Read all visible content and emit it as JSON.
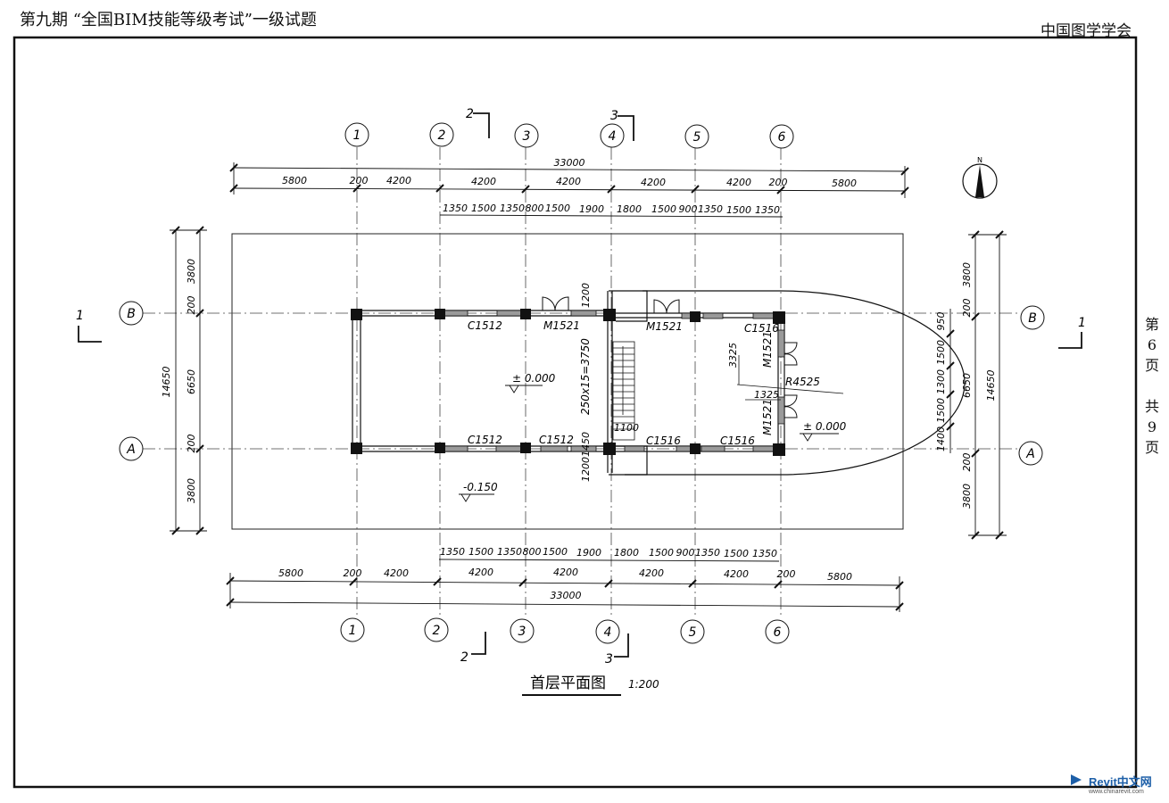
{
  "header": {
    "title": "第九期 “全国BIM技能等级考试”一级试题",
    "organization": "中国图学学会"
  },
  "page_info": [
    "第",
    "6",
    "页",
    "",
    "共",
    "9",
    "页"
  ],
  "drawing": {
    "title": "首层平面图",
    "scale": "1:200",
    "north": "N",
    "grid_x": [
      "1",
      "2",
      "3",
      "4",
      "5",
      "6"
    ],
    "grid_y": [
      "A",
      "B"
    ],
    "sections": {
      "left": "1",
      "right": "1",
      "top2": "2",
      "top3": "3",
      "bot2": "2",
      "bot3": "3"
    },
    "dims_top_total": "33000",
    "dims_top_row2": [
      "5800",
      "200",
      "4200",
      "4200",
      "4200",
      "4200",
      "4200",
      "200",
      "5800"
    ],
    "dims_top_row3": [
      "1350",
      "1500",
      "1350",
      "800",
      "1500",
      "1900",
      "1800",
      "1500",
      "900",
      "1350",
      "1500",
      "1350"
    ],
    "dims_bottom_row1": [
      "1350",
      "1500",
      "1350",
      "800",
      "1500",
      "1900",
      "1800",
      "1500",
      "900",
      "1350",
      "1500",
      "1350"
    ],
    "dims_bottom_row2": [
      "5800",
      "200",
      "4200",
      "4200",
      "4200",
      "4200",
      "4200",
      "200",
      "5800"
    ],
    "dims_bottom_total": "33000",
    "dims_left": [
      "3800",
      "200",
      "6650",
      "200",
      "3800"
    ],
    "dims_left_total": "14650",
    "dims_right_outer": [
      "3800",
      "200",
      "6650",
      "200",
      "3800"
    ],
    "dims_right_total": "14650",
    "dims_right_inner": [
      "950",
      "1500",
      "1300",
      "1500",
      "1400"
    ],
    "labels": {
      "c1512_a": "C1512",
      "m1521_a": "M1521",
      "m1521_b": "M1521",
      "c1516_a": "C1516",
      "m1521_c": "M1521",
      "m1521_d": "M1521",
      "c1512_b": "C1512",
      "c1512_c": "C1512",
      "c1516_b": "C1516",
      "c1516_c": "C1516",
      "level_0_a": "± 0.000",
      "level_0_b": "± 0.000",
      "level_neg": "-0.150",
      "stair": "250x15=3750",
      "radius": "R4525",
      "d1200a": "1200",
      "d1450": "1450",
      "d1200b": "1200",
      "d1100": "1100",
      "d3325": "3325",
      "d1325": "1325"
    }
  },
  "watermark": {
    "brand": "Revit中文网",
    "url": "www.chinarevit.com"
  }
}
